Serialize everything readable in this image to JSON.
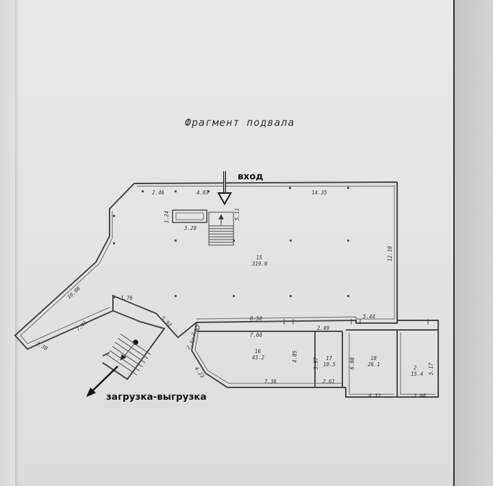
{
  "title": "Фрагмент подвала",
  "callouts": {
    "entrance": "вход",
    "loading": "загрузка-выгрузка"
  },
  "rooms": [
    {
      "number": "15",
      "area": "319.0"
    },
    {
      "number": "16",
      "area": "43.2"
    },
    {
      "number": "17",
      "area": "10.5"
    },
    {
      "number": "18",
      "area": "26.1"
    },
    {
      "number": "2",
      "area": "15.4"
    }
  ],
  "dimensions": {
    "top_left": "2.46",
    "top_mid": "4.03",
    "top_right": "14.35",
    "right_wall": "12.10",
    "stair_right": "5.11",
    "shaft_width": "3.29",
    "shaft_height": "1.24",
    "left_diagonal": "10.08",
    "wing_inner": "7.41",
    "wing_end": "3.38",
    "ramp_top": "1.76",
    "ramp_side": "5.92",
    "corridor_a": "2.67",
    "corridor_b": "2.57",
    "corridor_top": "8.50",
    "r16_top": "7.68",
    "r16_left": "4.23",
    "r16_right": "4.05",
    "r16_bottom": "7.36",
    "r17_top": "2.49",
    "r17_left": "3.97",
    "r17_bottom": "2.61",
    "r18_top": "5.44",
    "r18_left": "6.08",
    "r18_bottom": "4.32",
    "r2_bottom": "2.98",
    "r2_right": "5.17"
  }
}
